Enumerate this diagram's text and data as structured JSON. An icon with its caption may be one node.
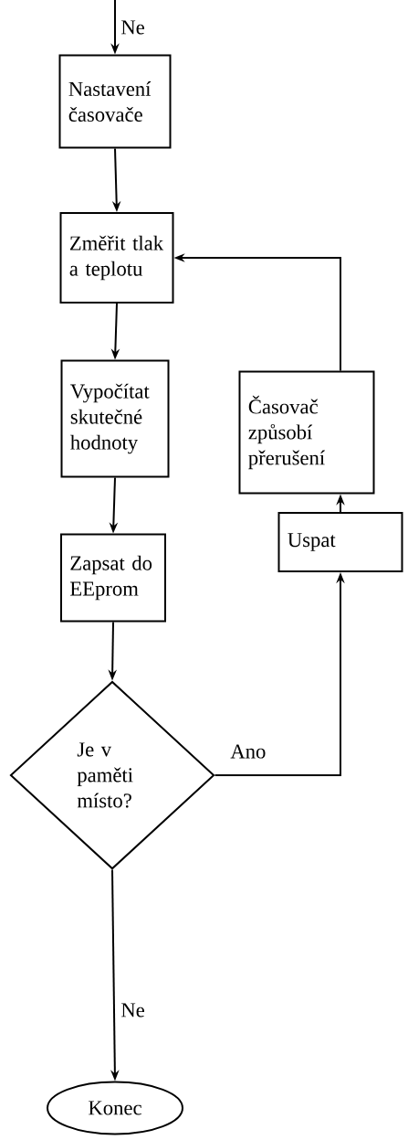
{
  "diagram": {
    "nodes": [
      {
        "text": [
          "Nastavení časovače"
        ]
      },
      {
        "text": [
          "Změřit tlak a teplotu"
        ]
      },
      {
        "text": [
          "Vypočítat skutečné hodnoty"
        ]
      },
      {
        "text": [
          "Zapsat do EEprom"
        ]
      },
      {
        "text": [
          "Je v paměti místo?"
        ]
      },
      {
        "text": [
          "Konec"
        ]
      },
      {
        "text": [
          "Uspat"
        ]
      },
      {
        "text": [
          "Časovač způsobí přerušení"
        ]
      }
    ],
    "edges": [
      {
        "from": null,
        "to": 0,
        "arrow": "to",
        "label": "Ne"
      },
      {
        "from": 0,
        "to": 1,
        "arrow": "to"
      },
      {
        "from": 1,
        "to": 2,
        "arrow": "to"
      },
      {
        "from": 2,
        "to": 3,
        "arrow": "to"
      },
      {
        "from": 3,
        "to": 4,
        "arrow": "to"
      },
      {
        "from": 4,
        "to": 5,
        "arrow": "to",
        "label": "Ne"
      },
      {
        "from": 4,
        "to": 6,
        "arrow": "to",
        "label": "Ano"
      },
      {
        "from": 6,
        "to": 7,
        "arrow": "to"
      },
      {
        "from": 7,
        "to": 1,
        "arrow": "to"
      }
    ]
  }
}
